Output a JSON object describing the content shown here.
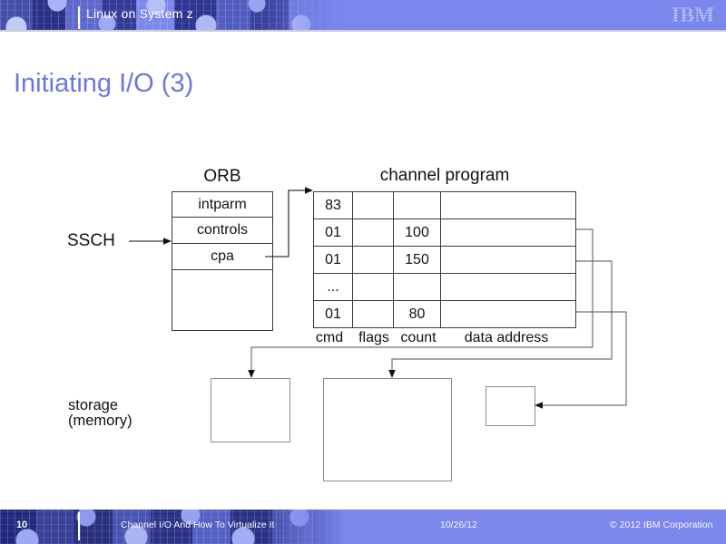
{
  "header": {
    "band_title": "Linux on System z",
    "logo_text": "IBM"
  },
  "slide": {
    "title": "Initiating I/O (3)"
  },
  "diagram": {
    "ssch_label": "SSCH",
    "orb": {
      "title": "ORB",
      "rows": [
        "intparm",
        "controls",
        "cpa"
      ]
    },
    "channel_program": {
      "title": "channel program",
      "column_labels": [
        "cmd",
        "flags",
        "count",
        "data address"
      ],
      "rows": [
        {
          "cmd": "83",
          "flags": "",
          "count": "",
          "data_address": ""
        },
        {
          "cmd": "01",
          "flags": "",
          "count": "100",
          "data_address": ""
        },
        {
          "cmd": "01",
          "flags": "",
          "count": "150",
          "data_address": ""
        },
        {
          "cmd": "...",
          "flags": "",
          "count": "",
          "data_address": ""
        },
        {
          "cmd": "01",
          "flags": "",
          "count": "80",
          "data_address": ""
        }
      ]
    },
    "storage_label_line1": "storage",
    "storage_label_line2": "(memory)"
  },
  "footer": {
    "page_number": "10",
    "deck_title": "Channel I/O And How To Virtualize It",
    "date": "10/26/12",
    "copyright": "© 2012 IBM Corporation"
  },
  "colors": {
    "band_blue": "#7b87ec",
    "title_blue": "#6b77dc",
    "diagram_text": "#111111",
    "connector_gray": "#707070"
  }
}
